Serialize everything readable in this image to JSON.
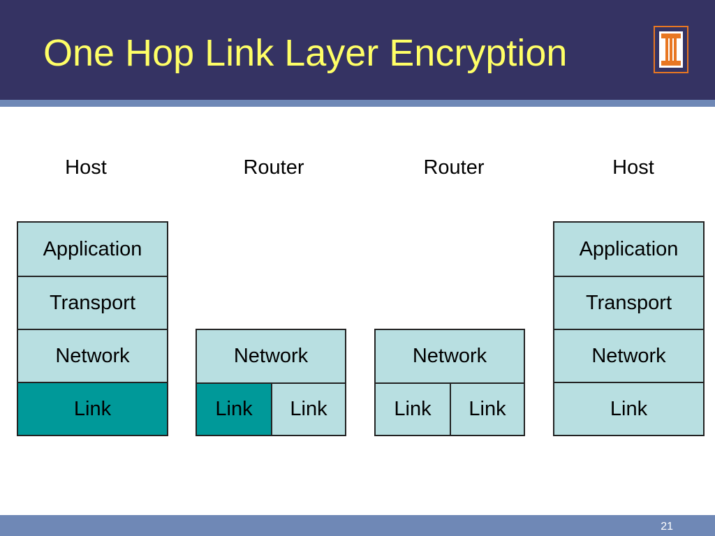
{
  "slide": {
    "title": "One Hop Link Layer Encryption",
    "logo_letter": "I",
    "page_number": "21"
  },
  "columns": [
    {
      "label": "Host",
      "layers": [
        "Application",
        "Transport",
        "Network"
      ],
      "link_row": [
        {
          "label": "Link",
          "encrypted": true
        }
      ]
    },
    {
      "label": "Router",
      "layers": [
        "Network"
      ],
      "link_row": [
        {
          "label": "Link",
          "encrypted": true
        },
        {
          "label": "Link",
          "encrypted": false
        }
      ]
    },
    {
      "label": "Router",
      "layers": [
        "Network"
      ],
      "link_row": [
        {
          "label": "Link",
          "encrypted": false
        },
        {
          "label": "Link",
          "encrypted": false
        }
      ]
    },
    {
      "label": "Host",
      "layers": [
        "Application",
        "Transport",
        "Network"
      ],
      "link_row": [
        {
          "label": "Link",
          "encrypted": false
        }
      ]
    }
  ],
  "colors": {
    "title_bg": "#353363",
    "title_text": "#ffff66",
    "accent_bar": "#6f88b6",
    "layer_fill": "#b8dfe1",
    "encrypted_fill": "#009999",
    "logo_orange": "#e87722"
  }
}
